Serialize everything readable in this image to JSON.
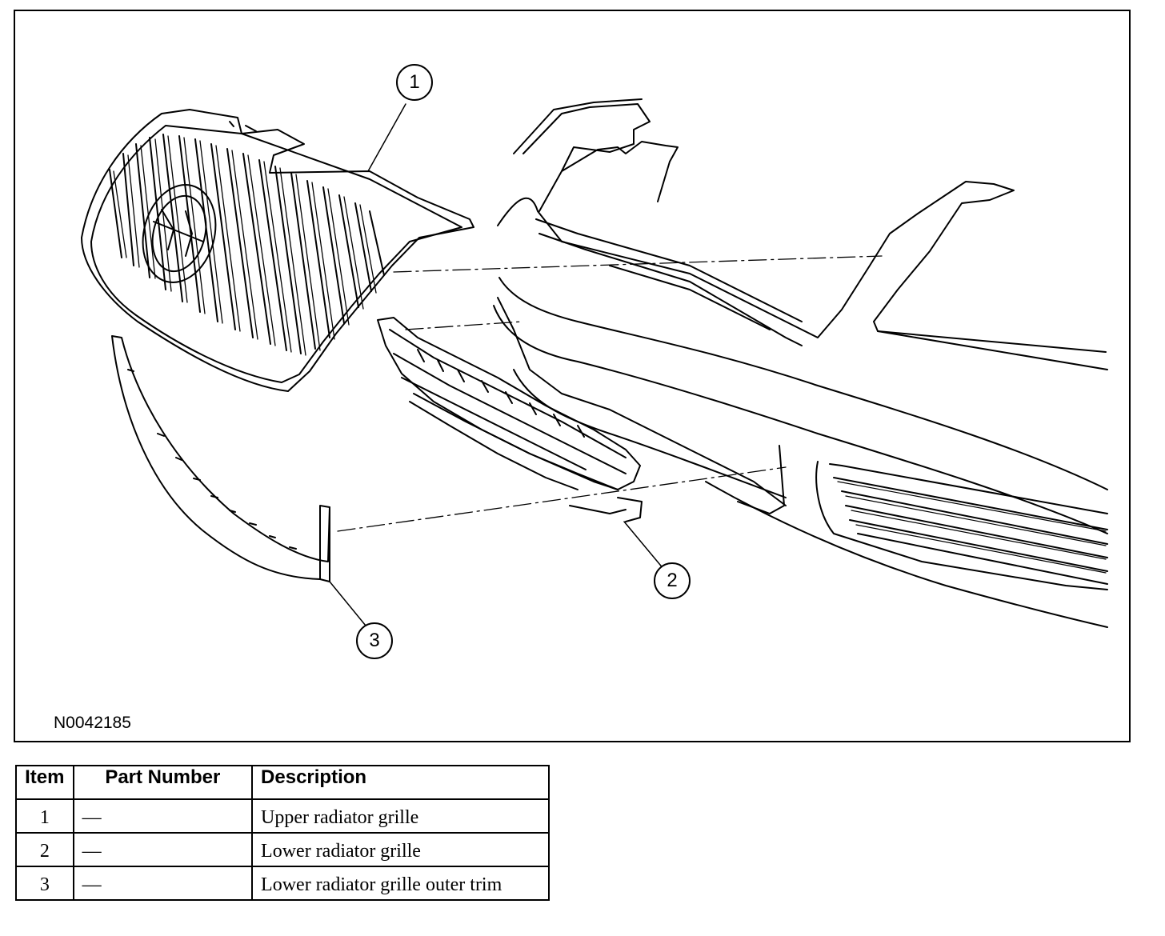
{
  "figure": {
    "id": "N0042185",
    "callouts": [
      "1",
      "2",
      "3"
    ]
  },
  "parts_table": {
    "headers": {
      "item": "Item",
      "part_number": "Part Number",
      "description": "Description"
    },
    "rows": [
      {
        "item": "1",
        "part_number": "—",
        "description": "Upper radiator grille"
      },
      {
        "item": "2",
        "part_number": "—",
        "description": "Lower radiator grille"
      },
      {
        "item": "3",
        "part_number": "—",
        "description": "Lower radiator grille outer trim"
      }
    ]
  }
}
